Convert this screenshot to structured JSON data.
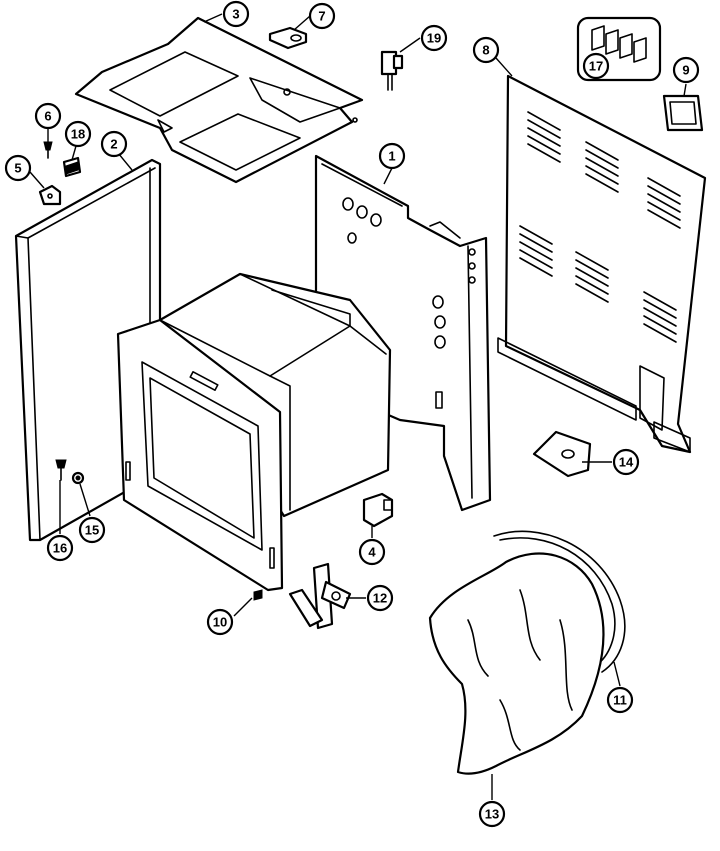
{
  "diagram": {
    "callouts": [
      {
        "id": "callout-1",
        "label": "1"
      },
      {
        "id": "callout-2",
        "label": "2"
      },
      {
        "id": "callout-3",
        "label": "3"
      },
      {
        "id": "callout-4",
        "label": "4"
      },
      {
        "id": "callout-5",
        "label": "5"
      },
      {
        "id": "callout-6",
        "label": "6"
      },
      {
        "id": "callout-7",
        "label": "7"
      },
      {
        "id": "callout-8",
        "label": "8"
      },
      {
        "id": "callout-9",
        "label": "9"
      },
      {
        "id": "callout-10",
        "label": "10"
      },
      {
        "id": "callout-11",
        "label": "11"
      },
      {
        "id": "callout-12",
        "label": "12"
      },
      {
        "id": "callout-13",
        "label": "13"
      },
      {
        "id": "callout-14",
        "label": "14"
      },
      {
        "id": "callout-15",
        "label": "15"
      },
      {
        "id": "callout-16",
        "label": "16"
      },
      {
        "id": "callout-17",
        "label": "17"
      },
      {
        "id": "callout-18",
        "label": "18"
      },
      {
        "id": "callout-19",
        "label": "19"
      }
    ]
  }
}
